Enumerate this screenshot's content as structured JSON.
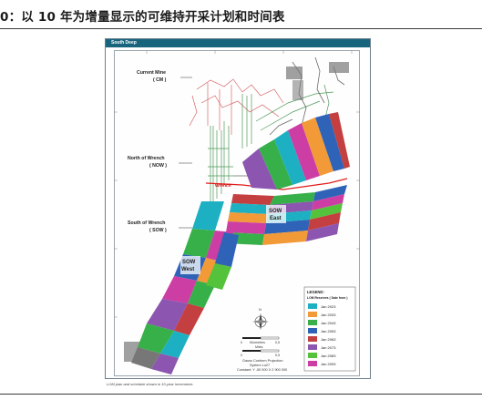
{
  "figure": {
    "title": "0：以 10 年为增量显示的可维持开采计划和时间表"
  },
  "map": {
    "header": "South Deep",
    "zones": {
      "current_mine": "Current Mine",
      "current_mine_abbr": "( CM )",
      "north_of_wrench": "North of Wrench",
      "north_of_wrench_abbr": "( NOW )",
      "south_of_wrench": "South of Wrench",
      "south_of_wrench_abbr": "( SOW )",
      "sow_east": "SOW",
      "sow_east_sub": "East",
      "sow_west": "SOW",
      "sow_west_sub": "West",
      "wrench": "Wrench"
    },
    "scale": {
      "kilometres_label": "Kilometres",
      "miles_label": "Miles",
      "km_ticks": [
        "0",
        "0,5"
      ],
      "mile_ticks": [
        "0",
        "0,5"
      ],
      "north": "N"
    },
    "projection": {
      "line1": "Gauss Conform Projection",
      "line2": "System Lo27",
      "line3": "Constant: Y -50 000 X 2 900 000"
    },
    "legend": {
      "title": "LEGEND:",
      "subtitle": "LOM Reserves ( Date from )",
      "items": [
        {
          "label": "Jan 2023",
          "color": "#1db0c2"
        },
        {
          "label": "Jan 2033",
          "color": "#f29a38"
        },
        {
          "label": "Jan 2043",
          "color": "#37b04a"
        },
        {
          "label": "Jan 2053",
          "color": "#2f63b7"
        },
        {
          "label": "Jan 2063",
          "color": "#c43f3f"
        },
        {
          "label": "Jan 2073",
          "color": "#8b55b0"
        },
        {
          "label": "Jan 2083",
          "color": "#54c23a"
        },
        {
          "label": "Jan 2093",
          "color": "#cc3ea4"
        }
      ]
    },
    "caption": "LOM plan and schedule shown in 10-year increments"
  }
}
